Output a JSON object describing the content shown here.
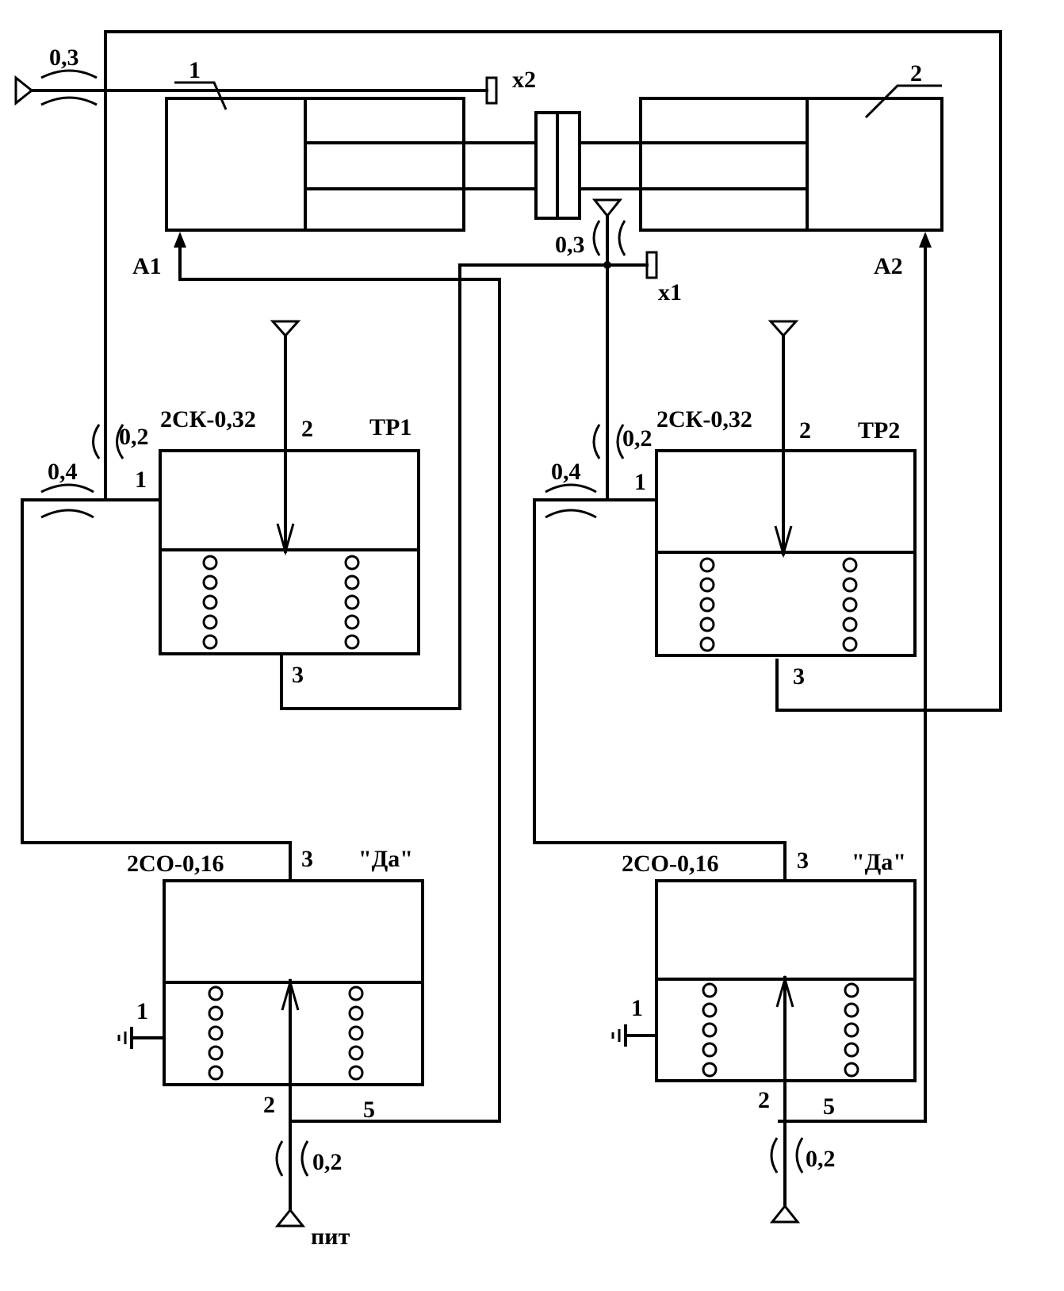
{
  "labels": {
    "cyl1_num": "1",
    "cyl2_num": "2",
    "a1": "A1",
    "a2": "A2",
    "x1": "x1",
    "x2": "x2",
    "throttle_top_left": "0,3",
    "throttle_center": "0,3",
    "tr1": {
      "type": "2СК-0,32",
      "name": "ТР1",
      "port1": "1",
      "port2": "2",
      "port3": "3",
      "throttle_in": "0,2",
      "throttle_out": "0,4"
    },
    "tr2": {
      "type": "2СК-0,32",
      "name": "ТР2",
      "port1": "1",
      "port2": "2",
      "port3": "3",
      "throttle_in": "0,2",
      "throttle_out": "0,4"
    },
    "da1": {
      "type": "2СО-0,16",
      "name": "\"Да\"",
      "port1": "1",
      "port2": "2",
      "port3": "3",
      "port5": "5",
      "throttle": "0,2"
    },
    "da2": {
      "type": "2СО-0,16",
      "name": "\"Да\"",
      "port1": "1",
      "port2": "2",
      "port3": "3",
      "port5": "5",
      "throttle": "0,2"
    },
    "supply": "пит"
  }
}
